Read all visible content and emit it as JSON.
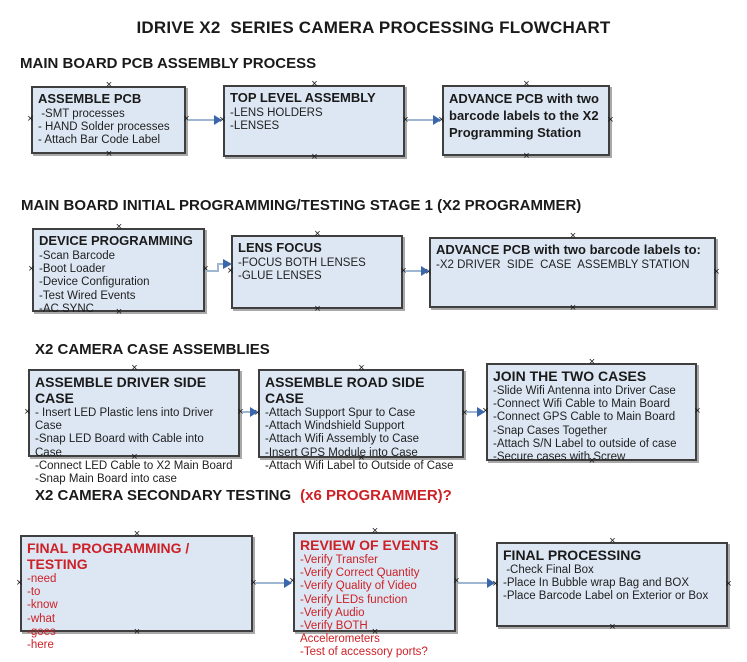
{
  "page": {
    "title": "IDRIVE X2  SERIES CAMERA PROCESSING FLOWCHART"
  },
  "colors": {
    "box_fill": "#dde7f3",
    "box_border": "#3f3f3f",
    "red_text": "#cc2127",
    "arrow_line": "#9fb6d2",
    "arrow_head": "#3a66ac"
  },
  "icons": {
    "connection_point": "×"
  },
  "sections": [
    {
      "heading": "MAIN BOARD PCB ASSEMBLY PROCESS",
      "boxes": [
        {
          "title": "ASSEMBLE PCB",
          "items": [
            " -SMT processes",
            "- HAND Solder processes",
            "- Attach Bar Code Label"
          ]
        },
        {
          "title": "TOP LEVEL ASSEMBLY",
          "items": [
            "-LENS HOLDERS",
            "-LENSES"
          ]
        },
        {
          "title": "ADVANCE PCB with two barcode labels to the X2 Programming Station",
          "items": []
        }
      ]
    },
    {
      "heading": "MAIN BOARD INITIAL PROGRAMMING/TESTING STAGE 1 (X2 PROGRAMMER)",
      "boxes": [
        {
          "title": "DEVICE PROGRAMMING",
          "items": [
            "-Scan Barcode",
            "-Boot Loader",
            "-Device Configuration",
            "-Test Wired Events",
            "-AC SYNC"
          ]
        },
        {
          "title": "LENS FOCUS",
          "items": [
            "-FOCUS BOTH LENSES",
            "-GLUE LENSES"
          ]
        },
        {
          "title": "ADVANCE PCB with two barcode labels to:",
          "items": [
            "-X2 DRIVER  SIDE  CASE  ASSEMBLY STATION"
          ]
        }
      ]
    },
    {
      "heading": "X2 CAMERA CASE ASSEMBLIES",
      "boxes": [
        {
          "title": "ASSEMBLE DRIVER SIDE CASE",
          "items": [
            "- Insert LED Plastic lens into Driver Case",
            "-Snap LED Board with Cable into Case",
            "-Connect LED Cable to X2 Main Board",
            "-Snap Main Board into case"
          ]
        },
        {
          "title": "ASSEMBLE ROAD SIDE CASE",
          "items": [
            "-Attach Support Spur to Case",
            "-Attach Windshield Support",
            "-Attach Wifi Assembly to Case",
            "-Insert GPS Module into Case",
            "-Attach Wifi Label to Outside of Case"
          ]
        },
        {
          "title": "JOIN THE TWO CASES",
          "items": [
            "-Slide Wifi Antenna into Driver Case",
            "-Connect Wifi Cable to Main Board",
            "-Connect GPS Cable to Main Board",
            "-Snap Cases Together",
            "-Attach S/N Label to outside of case",
            "-Secure cases with Screw"
          ]
        }
      ]
    },
    {
      "heading": "X2 CAMERA SECONDARY TESTING",
      "heading_accent": "(x6 PROGRAMMER)?",
      "boxes": [
        {
          "title": "FINAL PROGRAMMING / TESTING",
          "items": [
            "-need",
            "-to",
            "-know",
            "-what",
            "-goes",
            "-here"
          ]
        },
        {
          "title": "REVIEW OF EVENTS",
          "items": [
            "-Verify Transfer",
            "-Verify Correct Quantity",
            "-Verify Quality of Video",
            "-Verify LEDs function",
            "-Verify Audio",
            "-Verify BOTH Accelerometers",
            "-Test of accessory ports?"
          ]
        },
        {
          "title": "FINAL PROCESSING",
          "items": [
            " -Check Final Box",
            "-Place In Bubble wrap Bag and BOX",
            "-Place Barcode Label on Exterior or Box"
          ]
        }
      ]
    }
  ]
}
